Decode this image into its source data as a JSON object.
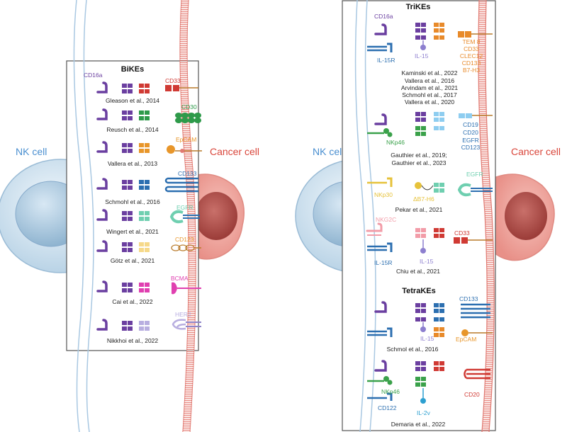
{
  "colors": {
    "nk_blue": "#4a8fd0",
    "cancer_red": "#d9453a",
    "cd16": "#6a3fa0",
    "vh_purple": "#6b3fa0",
    "cd33_red": "#d03a34",
    "cd30_green": "#2e9a4a",
    "epcam_orange": "#e8962a",
    "cd133_blue": "#2c6fb0",
    "egfr_teal": "#6fcfb0",
    "cd123_yellow": "#f6d98a",
    "bcma_magenta": "#e040b0",
    "her2_lav": "#b8aee0",
    "il15_purple": "#8d7fcf",
    "trike_orange": "#e88a2a",
    "cd19_blue": "#8ecdf0",
    "nkp46_green": "#3aa14a",
    "nkp30_yellow": "#e6c23a",
    "nkg2c_pink": "#f29ca8"
  },
  "left": {
    "nk_label": "NK cell",
    "cancer_label": "Cancer cell",
    "panel_title": "BiKEs",
    "cd16_label": "CD16a",
    "rows": [
      {
        "target": "CD33",
        "citation": "Gleason et al., 2014"
      },
      {
        "target": "CD30",
        "citation": "Reusch et al., 2014"
      },
      {
        "target": "EpCAM",
        "citation": "Vallera et al., 2013"
      },
      {
        "target": "CD133",
        "citation": "Schmohl et al., 2016"
      },
      {
        "target": "EGFR",
        "citation": "Wingert et al., 2021"
      },
      {
        "target": "CD123",
        "citation": "Götz et al., 2021"
      },
      {
        "target": "BCMA",
        "citation": "Cai et al., 2022"
      },
      {
        "target": "HER2",
        "citation": "Nikkhoi et al., 2022"
      }
    ]
  },
  "right": {
    "nk_label": "NK cell",
    "cancer_label": "Cancer cell",
    "trikes_title": "TriKEs",
    "tetrakes_title": "TetraKEs",
    "cd16_label": "CD16a",
    "block1": {
      "receptor": "IL-15R",
      "cytokine": "IL-15",
      "targets": [
        "TEM 8",
        "CD33",
        "CLEC12",
        "CD133",
        "B7-H3"
      ],
      "citations": [
        "Kaminski et al., 2022",
        "Vallera et al., 2016",
        "Arvindam et al., 2021",
        "Schmohl et al., 2017",
        "Vallera et al., 2020"
      ]
    },
    "block2": {
      "receptor": "NKp46",
      "targets": [
        "CD19",
        "CD20",
        "EGFR",
        "CD123"
      ],
      "citations": [
        "Gauthier et al., 2019;",
        "Gauthier et al., 2023"
      ]
    },
    "block3": {
      "receptor": "NKp30",
      "ligand": "ΔB7-H6",
      "target": "EGFR",
      "citation": "Pekar et al., 2021"
    },
    "block4": {
      "receptor_top": "NKG2C",
      "receptor_bottom": "IL-15R",
      "cytokine": "IL-15",
      "target": "CD33",
      "citation": "Chiu et al., 2021"
    },
    "block5": {
      "cytokine": "IL-15",
      "target_top": "CD133",
      "target_bottom": "EpCAM",
      "citation": "Schmol et al., 2016"
    },
    "block6": {
      "receptor_top": "NKp46",
      "receptor_bottom": "CD122",
      "cytokine": "IL-2v",
      "target": "CD20",
      "citation": "Demaria et al., 2022"
    }
  }
}
